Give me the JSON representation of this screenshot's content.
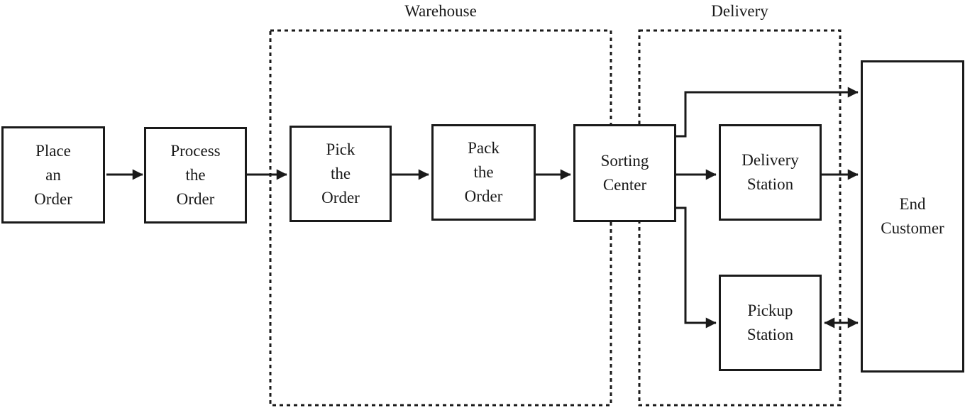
{
  "diagram": {
    "type": "flowchart",
    "colors": {
      "ink": "#1a1a1a",
      "background": "#ffffff"
    },
    "groups": [
      {
        "id": "warehouse",
        "label": "Warehouse"
      },
      {
        "id": "delivery",
        "label": "Delivery"
      }
    ],
    "nodes": [
      {
        "id": "place-an-order",
        "label": "Place\nan\nOrder"
      },
      {
        "id": "process-the-order",
        "label": "Process\nthe\nOrder"
      },
      {
        "id": "pick-the-order",
        "label": "Pick\nthe\nOrder"
      },
      {
        "id": "pack-the-order",
        "label": "Pack\nthe\nOrder"
      },
      {
        "id": "sorting-center",
        "label": "Sorting\nCenter"
      },
      {
        "id": "delivery-station",
        "label": "Delivery\nStation"
      },
      {
        "id": "pickup-station",
        "label": "Pickup\nStation"
      },
      {
        "id": "end-customer",
        "label": "End\nCustomer"
      }
    ],
    "edges": [
      {
        "from": "place-an-order",
        "to": "process-the-order",
        "type": "arrow"
      },
      {
        "from": "process-the-order",
        "to": "pick-the-order",
        "type": "arrow"
      },
      {
        "from": "pick-the-order",
        "to": "pack-the-order",
        "type": "arrow"
      },
      {
        "from": "pack-the-order",
        "to": "sorting-center",
        "type": "arrow"
      },
      {
        "from": "sorting-center",
        "to": "end-customer",
        "type": "arrow"
      },
      {
        "from": "sorting-center",
        "to": "delivery-station",
        "type": "arrow"
      },
      {
        "from": "sorting-center",
        "to": "pickup-station",
        "type": "arrow"
      },
      {
        "from": "delivery-station",
        "to": "end-customer",
        "type": "arrow"
      },
      {
        "from": "pickup-station",
        "to": "end-customer",
        "type": "double-arrow"
      }
    ],
    "group_membership": {
      "warehouse": [
        "pick-the-order",
        "pack-the-order"
      ],
      "delivery": [
        "delivery-station",
        "pickup-station"
      ]
    }
  }
}
